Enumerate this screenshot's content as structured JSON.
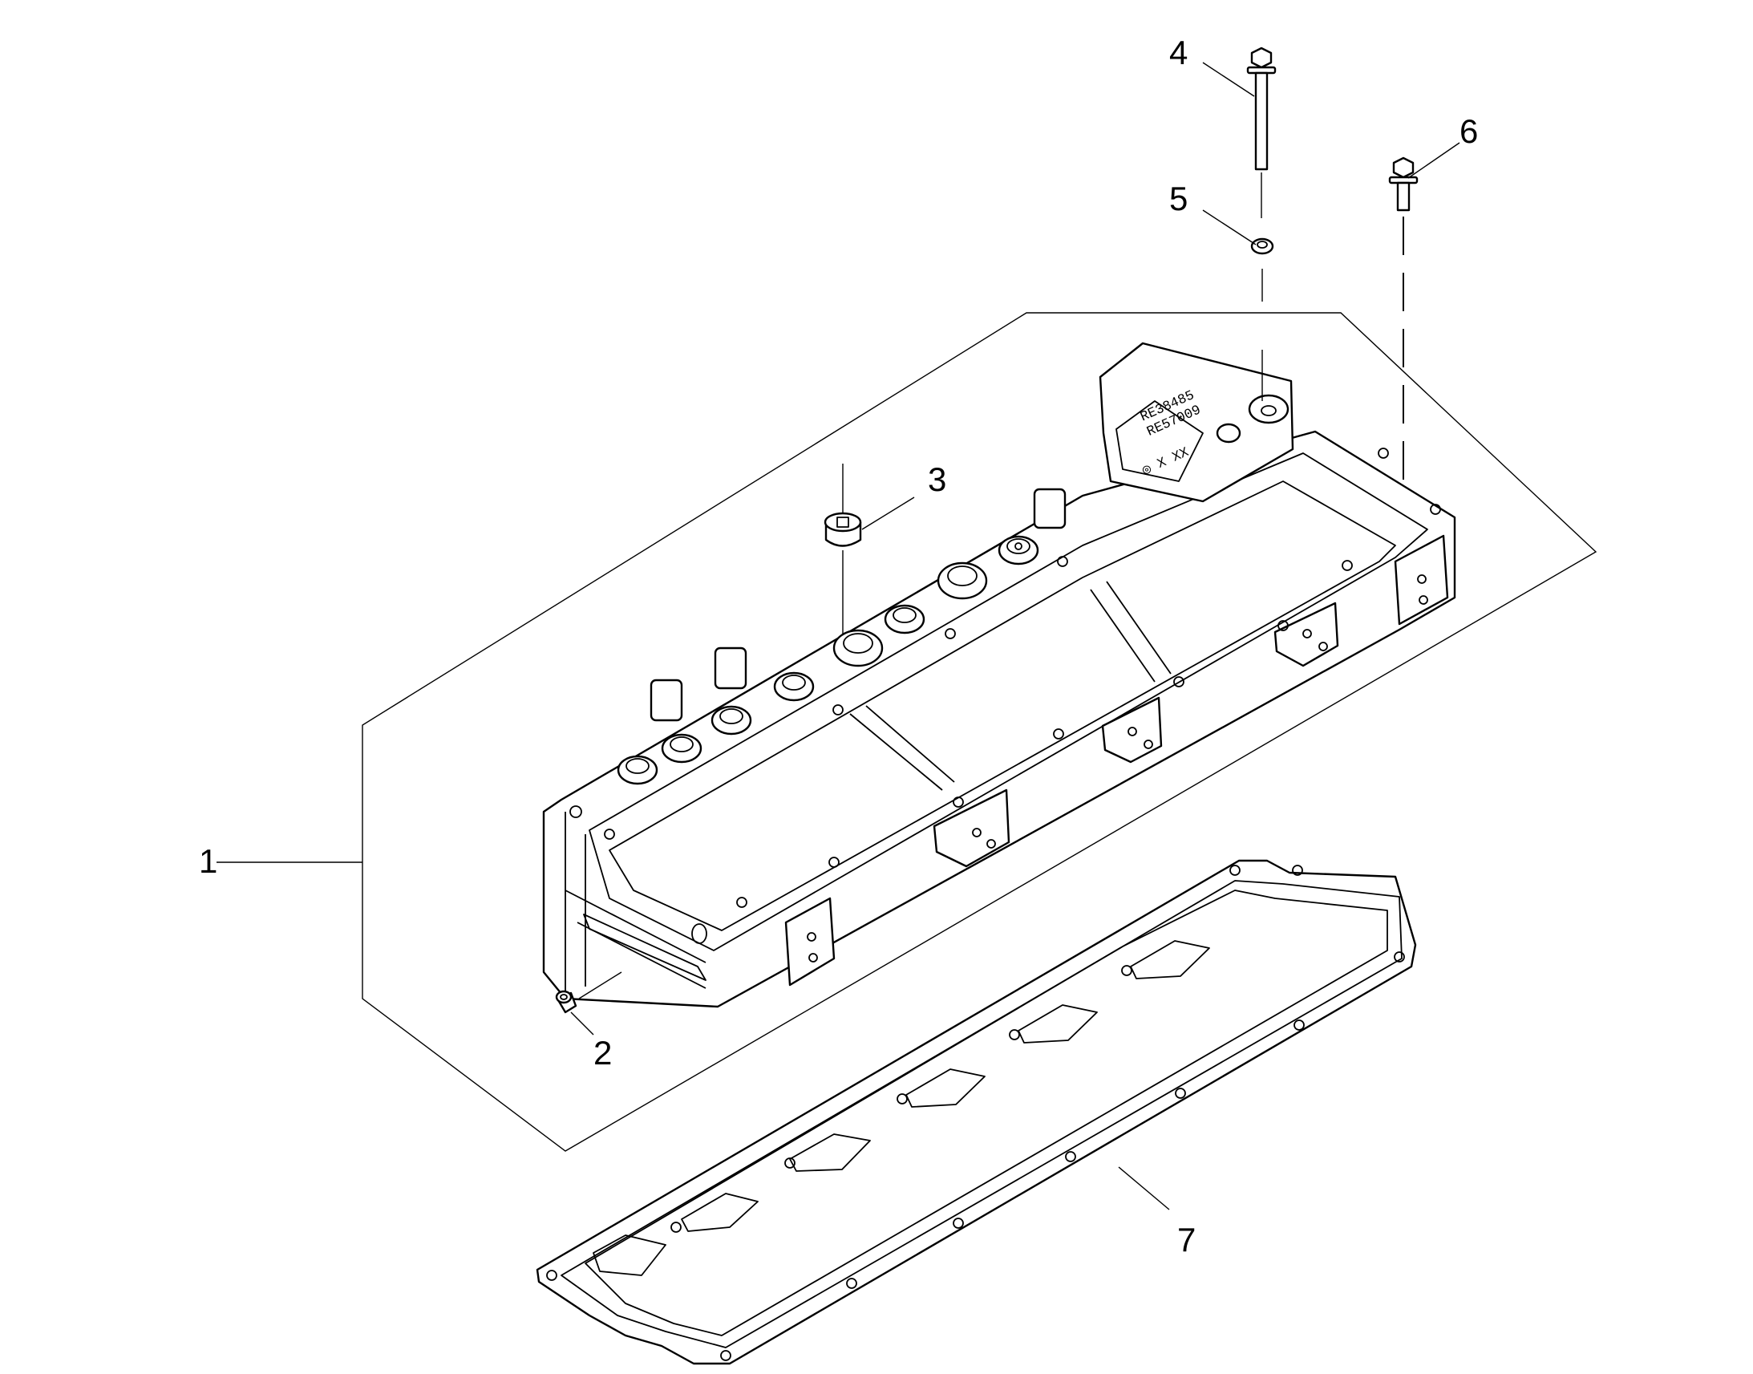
{
  "callouts": [
    {
      "id": "1",
      "label": "1"
    },
    {
      "id": "2",
      "label": "2"
    },
    {
      "id": "3",
      "label": "3"
    },
    {
      "id": "4",
      "label": "4"
    },
    {
      "id": "5",
      "label": "5"
    },
    {
      "id": "6",
      "label": "6"
    },
    {
      "id": "7",
      "label": "7"
    }
  ],
  "cover_marking": {
    "line1": "RE38485",
    "line2": "RE57009",
    "line3": "◎ X XX"
  }
}
